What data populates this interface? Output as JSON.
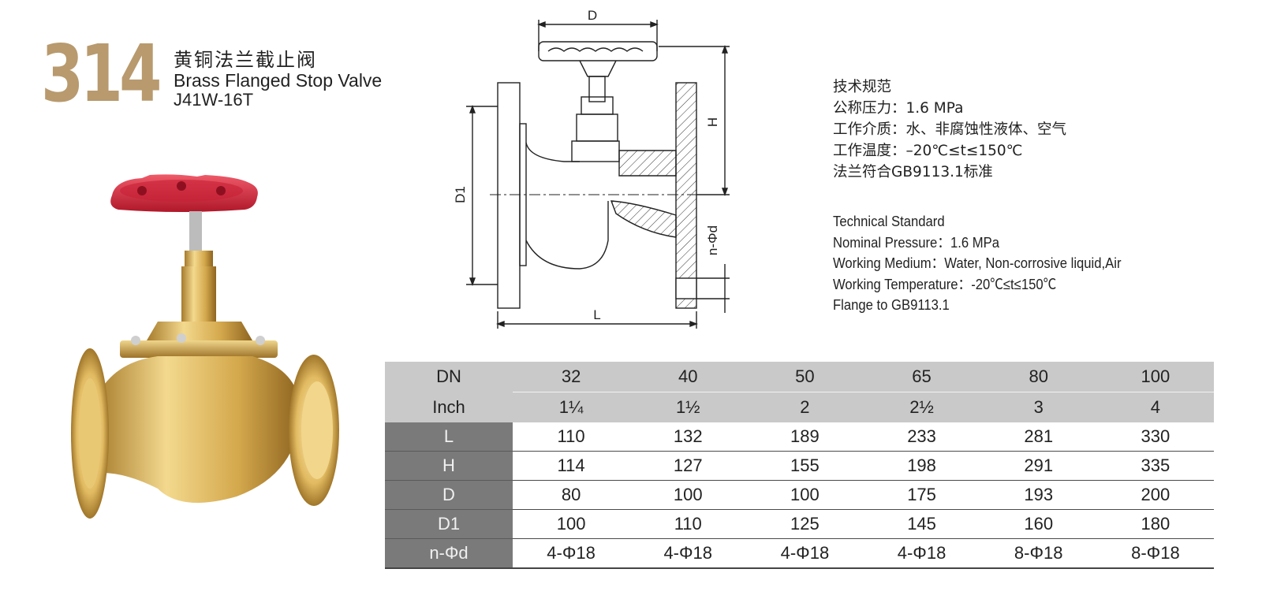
{
  "header": {
    "code": "314",
    "title_cn": "黄铜法兰截止阀",
    "title_en": "Brass Flanged Stop Valve",
    "model": "J41W-16T"
  },
  "drawing": {
    "labels": {
      "D": "D",
      "H": "H",
      "D1": "D1",
      "nd": "n-Φd",
      "L": "L"
    }
  },
  "spec_cn": [
    "技术规范",
    "公称压力：1.6 MPa",
    "工作介质：水、非腐蚀性液体、空气",
    "工作温度：–20℃≤t≤150℃",
    "法兰符合GB9113.1标准"
  ],
  "spec_en": [
    "Technical Standard",
    "Nominal Pressure：1.6 MPa",
    "Working Medium：Water, Non-corrosive liquid,Air",
    "Working Temperature：-20℃≤t≤150℃",
    "Flange to GB9113.1"
  ],
  "table": {
    "rows": [
      {
        "label": "DN",
        "values": [
          "32",
          "40",
          "50",
          "65",
          "80",
          "100"
        ]
      },
      {
        "label": "Inch",
        "values": [
          "1¼",
          "1½",
          "2",
          "2½",
          "3",
          "4"
        ]
      },
      {
        "label": "L",
        "values": [
          "110",
          "132",
          "189",
          "233",
          "281",
          "330"
        ]
      },
      {
        "label": "H",
        "values": [
          "114",
          "127",
          "155",
          "198",
          "291",
          "335"
        ]
      },
      {
        "label": "D",
        "values": [
          "80",
          "100",
          "100",
          "175",
          "193",
          "200"
        ]
      },
      {
        "label": "D1",
        "values": [
          "100",
          "110",
          "125",
          "145",
          "160",
          "180"
        ]
      },
      {
        "label": "n-Φd",
        "values": [
          "4-Φ18",
          "4-Φ18",
          "4-Φ18",
          "4-Φ18",
          "8-Φ18",
          "8-Φ18"
        ]
      }
    ]
  },
  "colors": {
    "code": "#b89a6e",
    "handwheel": "#d6243a",
    "brass": "#d9b25c",
    "table_header": "#c9c9c9",
    "table_label_dark": "#7a7a7a"
  }
}
